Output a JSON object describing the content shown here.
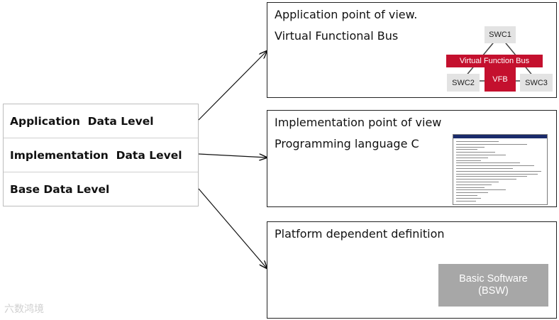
{
  "levels": [
    "Application  Data Level",
    "Implementation  Data Level",
    "Base Data Level"
  ],
  "app_box": {
    "line1": "Application point of view.",
    "line2": "Virtual Functional Bus",
    "diagram": {
      "swc1": "SWC1",
      "swc2": "SWC2",
      "swc3": "SWC3",
      "bus_label": "Virtual Function Bus",
      "vfb_label": "VFB"
    }
  },
  "impl_box": {
    "line1": "Implementation point of view",
    "line2": "Programming language C"
  },
  "platform_box": {
    "line1": "Platform dependent definition",
    "bsw_line1": "Basic Software",
    "bsw_line2": "(BSW)"
  },
  "watermark": "六数鸿境",
  "colors": {
    "bus_red": "#c4102e",
    "swc_gray": "#e3e3e3",
    "bsw_gray": "#a7a7a7"
  }
}
